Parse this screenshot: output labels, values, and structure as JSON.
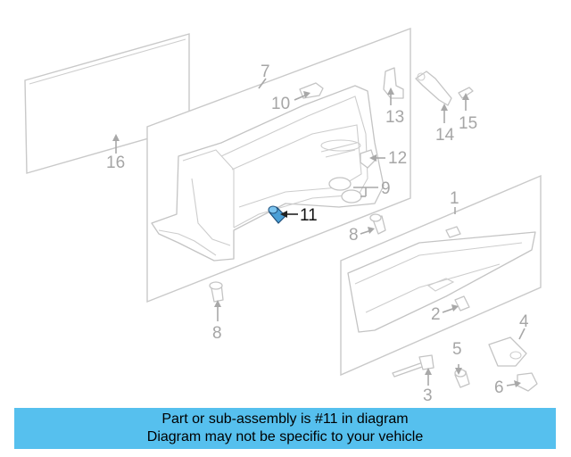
{
  "diagram": {
    "callouts": {
      "c1": "1",
      "c2": "2",
      "c3": "3",
      "c4": "4",
      "c5": "5",
      "c6": "6",
      "c7": "7",
      "c8a": "8",
      "c8b": "8",
      "c9": "9",
      "c10": "10",
      "c11": "11",
      "c12": "12",
      "c13": "13",
      "c14": "14",
      "c15": "15",
      "c16": "16"
    },
    "highlighted_part": "11",
    "highlight_color": "#4a9fd6"
  },
  "banner": {
    "line1": "Part or sub-assembly is #11 in diagram",
    "line2": "Diagram may not be specific to your vehicle",
    "background": "#56c0ee"
  }
}
